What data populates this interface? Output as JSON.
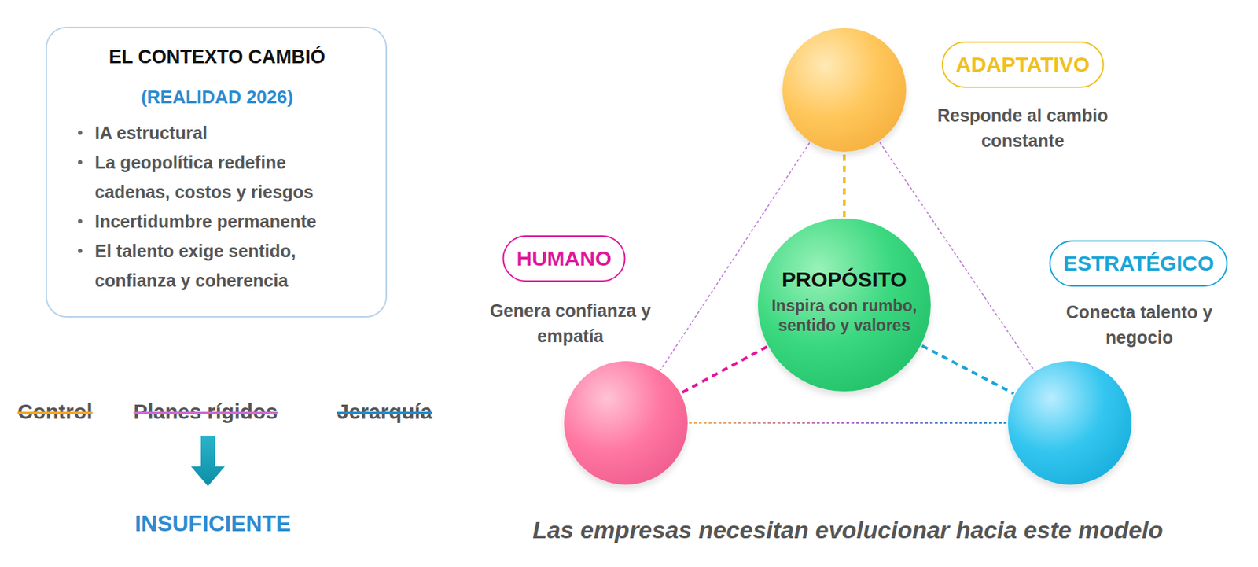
{
  "diagram": {
    "caption": "Las empresas necesitan evolucionar hacia este modelo",
    "nodes": [
      {
        "text": [
          "EL CONTEXTO CAMBIÓ",
          "(REALIDAD 2026)",
          "IA estructural",
          "La geopolítica redefine cadenas, costos y riesgos",
          "Incertidumbre permanente",
          "El talento exige sentido, confianza y coherencia"
        ]
      },
      {
        "text": [
          "ADAPTATIVO",
          "Responde al cambio constante"
        ]
      },
      {
        "text": [
          "HUMANO",
          "Genera confianza y empatía"
        ]
      },
      {
        "text": [
          "PROPÓSITO",
          "Inspira con rumbo, sentido y valores"
        ]
      },
      {
        "text": [
          "ESTRATÉGICO",
          "Conecta talento y negocio"
        ]
      }
    ],
    "edges": [
      {
        "from": 3,
        "to": 1,
        "arrow": "none"
      },
      {
        "from": 3,
        "to": 2,
        "arrow": "none"
      },
      {
        "from": 3,
        "to": 4,
        "arrow": "none"
      },
      {
        "from": 1,
        "to": 2,
        "arrow": "none"
      },
      {
        "from": 1,
        "to": 4,
        "arrow": "none"
      },
      {
        "from": 2,
        "to": 4,
        "arrow": "none"
      }
    ],
    "labels": [
      "Control",
      "Planes rígidos",
      "Jerarquía",
      "INSUFICIENTE"
    ]
  }
}
